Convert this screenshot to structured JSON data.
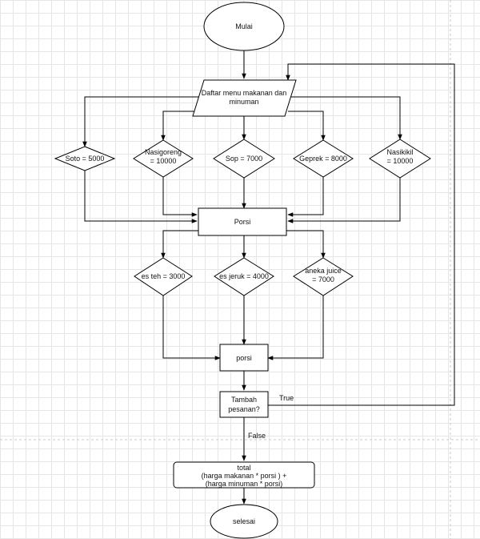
{
  "nodes": {
    "start": "Mulai",
    "menu": [
      "Daftar menu makanan dan",
      "minuman"
    ],
    "soto": "Soto = 5000",
    "nasigoreng": [
      "Nasigoreng",
      "= 10000"
    ],
    "sop": "Sop = 7000",
    "geprek": "Geprek = 8000",
    "nasikikil": [
      "Nasikikil",
      "= 10000"
    ],
    "porsi_food": "Porsi",
    "es_teh": "es teh = 3000",
    "es_jeruk": "es jeruk = 4000",
    "aneka_juice": [
      "aneka juice",
      "= 7000"
    ],
    "porsi_drink": "porsi",
    "decision": [
      "Tambah",
      "pesanan?"
    ],
    "total": [
      "total",
      "(harga makanan * porsi ) +",
      "(harga minuman * porsi)"
    ],
    "end": "selesai"
  },
  "edges": {
    "true_label": "True",
    "false_label": "False"
  }
}
